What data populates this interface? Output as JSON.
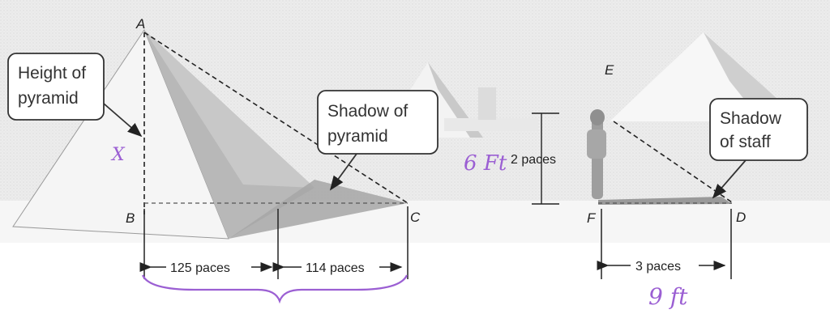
{
  "points": {
    "A": "A",
    "B": "B",
    "C": "C",
    "D": "D",
    "E": "E",
    "F": "F"
  },
  "callouts": {
    "height_of_pyramid": [
      "Height of",
      "pyramid"
    ],
    "shadow_of_pyramid": [
      "Shadow of",
      "pyramid"
    ],
    "shadow_of_staff": [
      "Shadow",
      "of staff"
    ]
  },
  "measurements": {
    "pyramid_half_base": "125 paces",
    "pyramid_shadow": "114 paces",
    "staff_height": "2 paces",
    "staff_shadow": "3 paces"
  },
  "annotations": {
    "unknown": "X",
    "staff_feet": "6 Ft",
    "shadow_feet": "9 ft"
  },
  "colors": {
    "sky": "#eeeeee",
    "pyramid_light": "#f8f8f8",
    "pyramid_shade": "#bdbdbd",
    "shadow": "#a9a9a9",
    "ink": "#222222",
    "handwriting": "#9b5fd3"
  }
}
